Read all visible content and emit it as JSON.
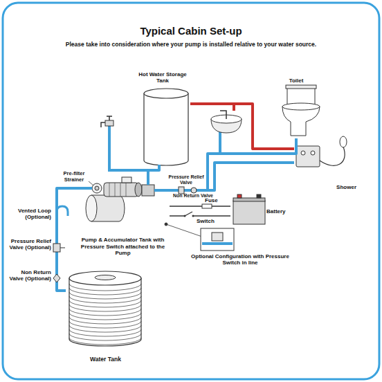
{
  "diagram": {
    "title": "Typical Cabin Set-up",
    "nodes": [
      {
        "text": [
          "Water Tank"
        ]
      },
      {
        "text": [
          "Pump & Accumulator Tank with Pressure Switch attached to the Pump"
        ]
      },
      {
        "text": [
          "Hot Water Storage Tank"
        ]
      },
      {
        "text": [
          "Toilet"
        ]
      },
      {
        "text": [
          "Shower"
        ]
      },
      {
        "text": [
          "Battery"
        ]
      }
    ],
    "edges": [
      {
        "from": 0,
        "to": 1,
        "arrow": "none"
      },
      {
        "from": 1,
        "to": 2,
        "arrow": "none"
      },
      {
        "from": 1,
        "to": 3,
        "arrow": "none"
      },
      {
        "from": 1,
        "to": 4,
        "arrow": "none"
      },
      {
        "from": 2,
        "to": 4,
        "arrow": "none"
      },
      {
        "from": 1,
        "to": 5,
        "arrow": "none"
      },
      {
        "from": 1,
        "to": 5,
        "arrow": "none"
      }
    ],
    "labels": [
      "Please take into consideration where your pump is installed relative to your water source.",
      "Pre-filter Strainer",
      "Pressure Relief Valve",
      "Non Return Valve",
      "Vented Loop (Optional)",
      "Pressure Relief Valve (Optional)",
      "Non Return Valve (Optional)",
      "Fuse",
      "Switch",
      "Optional Configuration with Pressure Switch in line"
    ]
  }
}
